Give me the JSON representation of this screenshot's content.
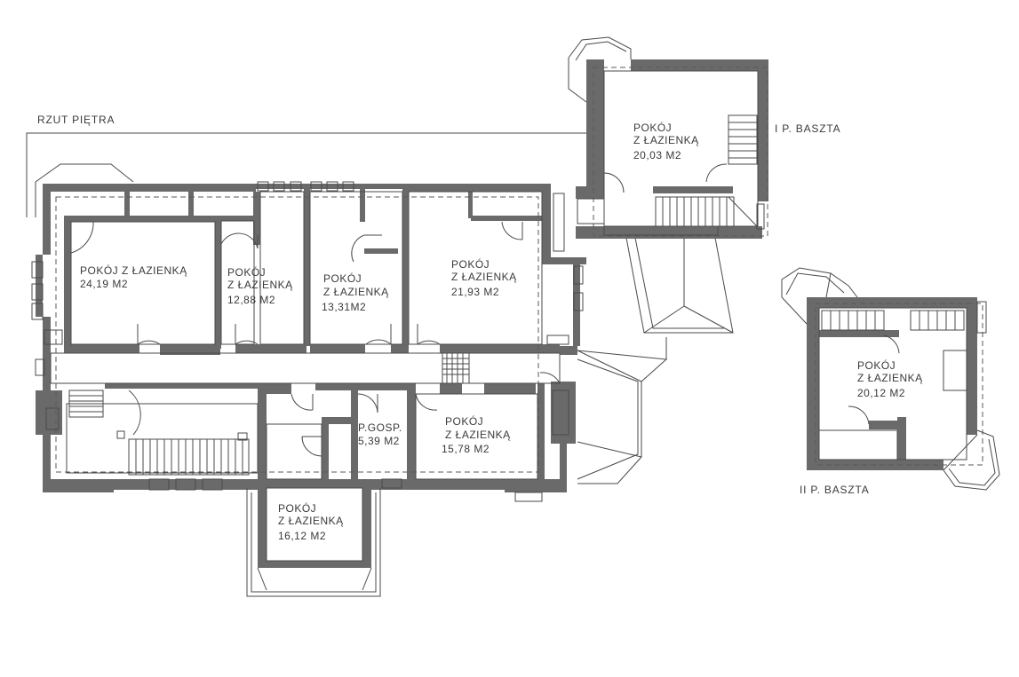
{
  "titles": {
    "floor_plan": "RZUT PIĘTRA",
    "tower_first": "I P. BASZTA",
    "tower_second": "II P. BASZTA"
  },
  "rooms": [
    {
      "line1": "POKÓJ Z ŁAZIENKĄ",
      "line2": "24,19 M2"
    },
    {
      "line1": "POKÓJ",
      "line2": "Z ŁAZIENKĄ",
      "line3": "12,88 M2"
    },
    {
      "line1": "POKÓJ",
      "line2": "Z ŁAZIENKĄ",
      "line3": "13,31M2"
    },
    {
      "line1": "POKÓJ",
      "line2": "Z ŁAZIENKĄ",
      "line3": "21,93 M2"
    },
    {
      "line1": "P.GOSP.",
      "line2": "5,39 M2"
    },
    {
      "line1": "POKÓJ",
      "line2": "Z ŁAZIENKĄ",
      "line3": "15,78 M2"
    },
    {
      "line1": "POKÓJ",
      "line2": "Z ŁAZIENKĄ",
      "line3": "16,12 M2"
    },
    {
      "line1": "POKÓJ",
      "line2": "Z ŁAZIENKĄ",
      "line3": "20,03 M2"
    },
    {
      "line1": "POKÓJ",
      "line2": "Z ŁAZIENKĄ",
      "line3": "20,12 M2"
    }
  ],
  "colors": {
    "wall": "#6a6a6a",
    "line": "#4a4a4a",
    "background": "#ffffff"
  }
}
